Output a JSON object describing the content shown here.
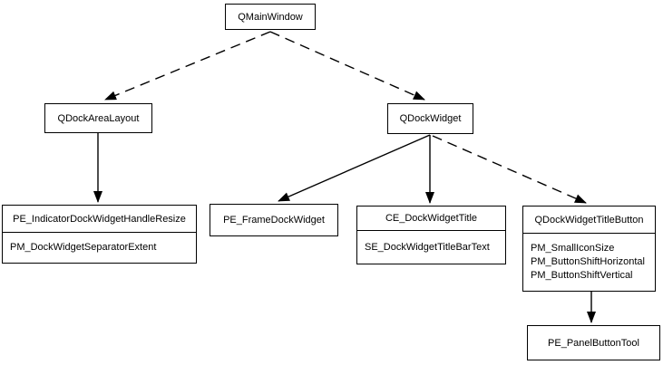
{
  "diagram": {
    "colors": {
      "background": "#ffffff",
      "line": "#000000",
      "text": "#000000"
    },
    "nodes": {
      "qmainwindow": {
        "label": "QMainWindow"
      },
      "qdockarealayout": {
        "label": "QDockAreaLayout"
      },
      "qdockwidget": {
        "label": "QDockWidget"
      },
      "dock_separator": {
        "title": "PE_IndicatorDockWidgetHandleResize",
        "items": [
          "PM_DockWidgetSeparatorExtent"
        ]
      },
      "frame_dock_widget": {
        "label": "PE_FrameDockWidget"
      },
      "dock_title": {
        "title": "CE_DockWidgetTitle",
        "items": [
          "SE_DockWidgetTitleBarText"
        ]
      },
      "title_button": {
        "title": "QDockWidgetTitleButton",
        "items": [
          "PM_SmallIconSize",
          "PM_ButtonShiftHorizontal",
          "PM_ButtonShiftVertical"
        ]
      },
      "panel_button_tool": {
        "label": "PE_PanelButtonTool"
      }
    },
    "edges": [
      {
        "from": "QMainWindow",
        "to": "QDockAreaLayout",
        "style": "dashed"
      },
      {
        "from": "QMainWindow",
        "to": "QDockWidget",
        "style": "dashed"
      },
      {
        "from": "QDockAreaLayout",
        "to": "PE_IndicatorDockWidgetHandleResize",
        "style": "solid"
      },
      {
        "from": "QDockWidget",
        "to": "PE_FrameDockWidget",
        "style": "solid"
      },
      {
        "from": "QDockWidget",
        "to": "CE_DockWidgetTitle",
        "style": "solid"
      },
      {
        "from": "QDockWidget",
        "to": "QDockWidgetTitleButton",
        "style": "dashed"
      },
      {
        "from": "QDockWidgetTitleButton",
        "to": "PE_PanelButtonTool",
        "style": "solid"
      }
    ]
  }
}
